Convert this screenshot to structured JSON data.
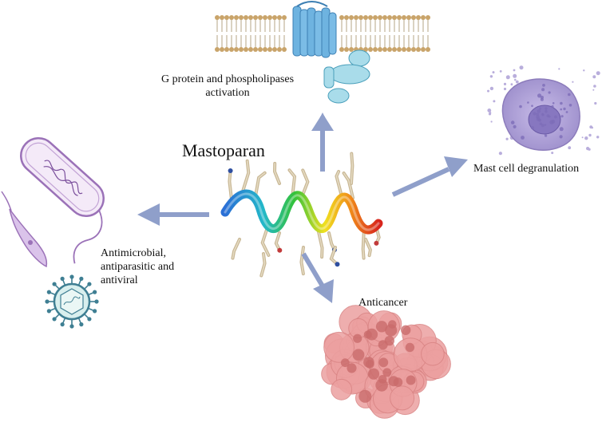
{
  "title": "Mastoparan",
  "effects": {
    "membrane_label_line1": "G protein and phospholipases",
    "membrane_label_line2": "activation",
    "mast_cell_label": "Mast cell degranulation",
    "antimicrobial_line1": "Antimicrobial,",
    "antimicrobial_line2": "antiparasitic and",
    "antimicrobial_line3": "antiviral",
    "anticancer_label": "Anticancer"
  },
  "colors": {
    "arrow": "#8f9fca",
    "membrane_head": "#c9a46a",
    "receptor": "#6eb3e0",
    "mast_cell": "#b3a4d8",
    "bacterium": "#9b72b8",
    "virus": "#3f7f93",
    "tumor": "#e89a9a"
  }
}
